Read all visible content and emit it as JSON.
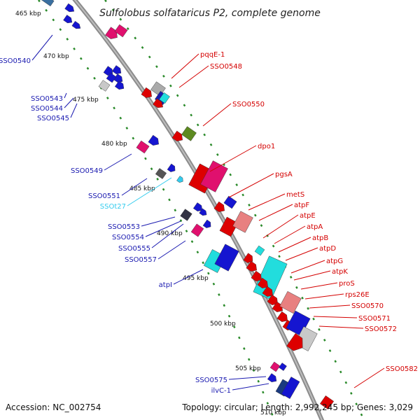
{
  "title": "Sulfolobus solfataricus P2, complete genome",
  "footer": {
    "accession": "Accession: NC_002754",
    "summary": "Topology: circular; Length: 2,992,245 bp; Genes: 3,029"
  },
  "ticks": [
    "465 kbp",
    "470 kbp",
    "475 kbp",
    "480 kbp",
    "485 kbp",
    "490 kbp",
    "495 kbp",
    "500 kbp",
    "505 kbp",
    "510 kbp"
  ],
  "colors": {
    "forward_label": "#d40000",
    "reverse_label": "#1a1ab0",
    "rna_label": "#33ccee"
  },
  "labels_reverse": [
    "SSO0540",
    "SSO0543",
    "SSO0544",
    "SSO0545",
    "SSO0549",
    "SSO0551",
    "SSOt27",
    "SSO0553",
    "SSO0554",
    "SSO0555",
    "SSO0557",
    "atpI",
    "SSO0575",
    "ilvC-1"
  ],
  "labels_forward": [
    "pqqE-1",
    "SSO0548",
    "SSO0550",
    "dpo1",
    "pgsA",
    "metS",
    "atpF",
    "atpE",
    "atpA",
    "atpB",
    "atpD",
    "atpG",
    "atpK",
    "proS",
    "rps26E",
    "SSO0570",
    "SSO0571",
    "SSO0572",
    "SSO0582"
  ]
}
